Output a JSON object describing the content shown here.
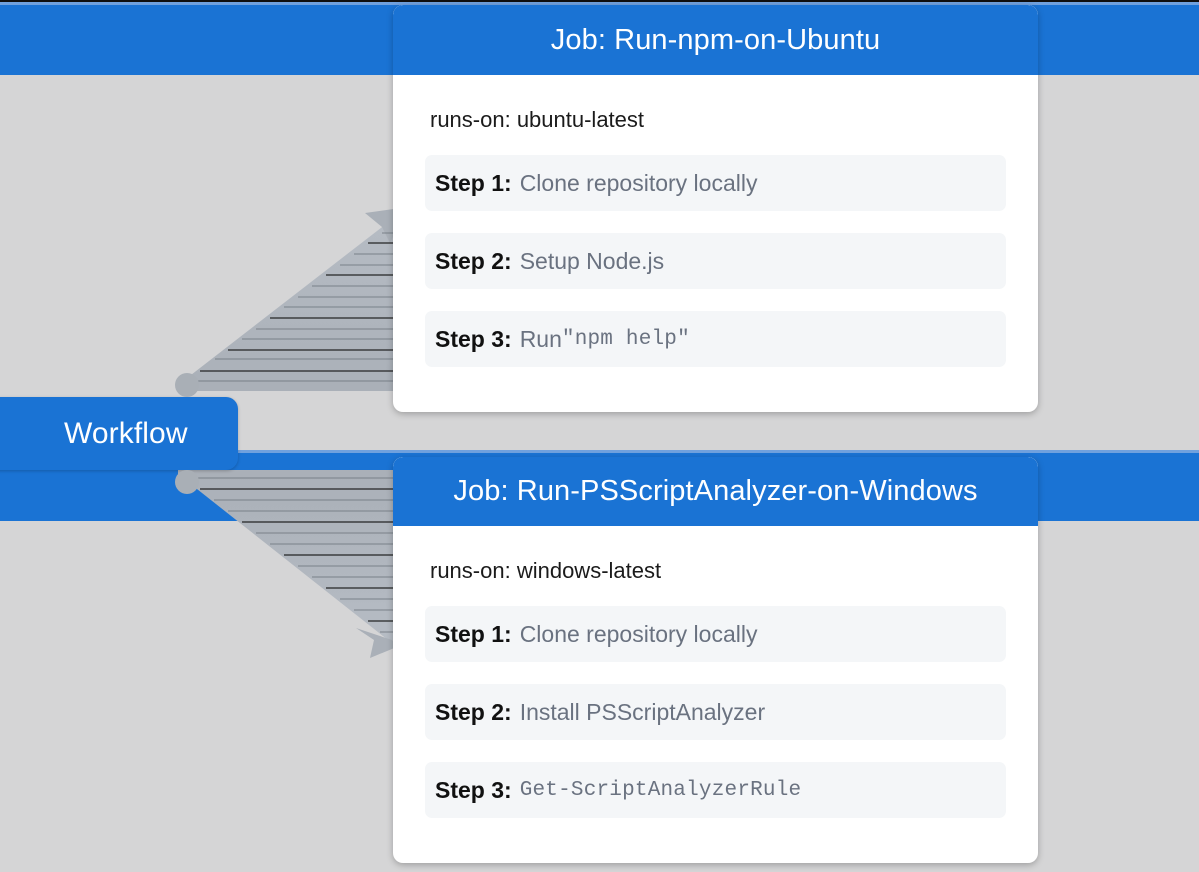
{
  "colors": {
    "accent_blue": "#1a73d4",
    "canvas_background": "#d5d5d6",
    "card_background": "#ffffff",
    "step_row_background": "#f4f6f8",
    "step_label_text": "#111111",
    "step_desc_text": "#6a7280",
    "connector_gray": "#a9afb6"
  },
  "workflow": {
    "label": "Workflow"
  },
  "jobs": [
    {
      "title": "Job: Run-npm-on-Ubuntu",
      "runs_on": "runs-on: ubuntu-latest",
      "steps": [
        {
          "label": "Step 1:",
          "desc": "Clone repository locally",
          "desc_mono": ""
        },
        {
          "label": "Step 2:",
          "desc": "Setup Node.js",
          "desc_mono": ""
        },
        {
          "label": "Step 3:",
          "desc": "Run ",
          "desc_mono": "\"npm help\""
        }
      ]
    },
    {
      "title": "Job: Run-PSScriptAnalyzer-on-Windows",
      "runs_on": "runs-on: windows-latest",
      "steps": [
        {
          "label": "Step 1:",
          "desc": "Clone repository locally",
          "desc_mono": ""
        },
        {
          "label": "Step 2:",
          "desc": "Install PSScriptAnalyzer",
          "desc_mono": ""
        },
        {
          "label": "Step 3:",
          "desc": "",
          "desc_mono": "Get-ScriptAnalyzerRule"
        }
      ]
    }
  ],
  "connectors": [
    {
      "name": "workflow-to-job-1",
      "direction": "up-right"
    },
    {
      "name": "workflow-to-job-2",
      "direction": "down-right"
    }
  ]
}
